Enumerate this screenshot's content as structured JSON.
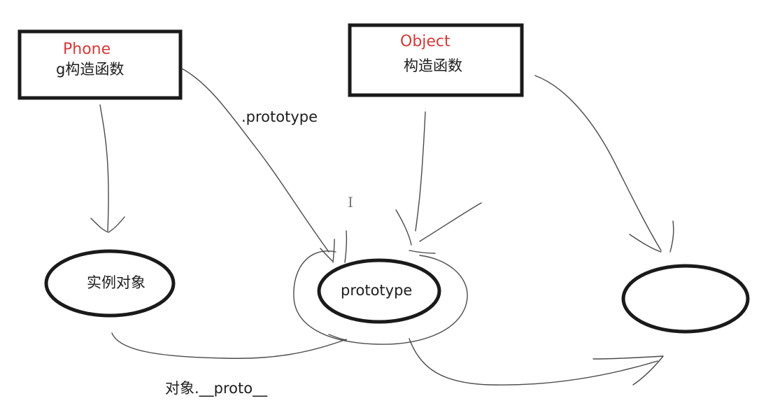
{
  "phone_box": {
    "name": "Phone",
    "subtitle": "g构造函数"
  },
  "object_box": {
    "name": "Object",
    "subtitle": "构造函数"
  },
  "instance_ellipse": {
    "label": "实例对象"
  },
  "prototype_ellipse": {
    "label": "prototype"
  },
  "object_prototype_ellipse": {
    "label": ""
  },
  "edge_labels": {
    "prototype_link": ".prototype",
    "proto_link": "对象.__proto__"
  },
  "cursor": {
    "glyph": "I"
  }
}
